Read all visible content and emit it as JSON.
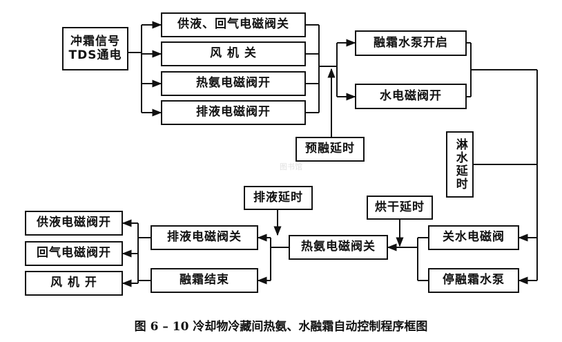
{
  "diagram": {
    "start_box": {
      "line1": "冲霜信号",
      "line2": "TDS通电"
    },
    "top_actions": [
      "供液、回气电磁阀关",
      "风  机  关",
      "热氨电磁阀开",
      "排液电磁阀开"
    ],
    "predefrost_delay": "预融延时",
    "melt_pump_on": "融霜水泵开启",
    "water_valve_open": "水电磁阀开",
    "spray_delay": "淋水延时",
    "close_water_valve": "关水电磁阀",
    "stop_pump": "停融霜水泵",
    "dry_delay": "烘干延时",
    "hot_ammonia_close": "热氨电磁阀关",
    "drain_delay": "排液延时",
    "drain_valve_close": "排液电磁阀关",
    "defrost_end": "融霜结束",
    "final_actions": [
      "供液电磁阀开",
      "回气电磁阀开",
      "风  机  开"
    ]
  },
  "caption": "图 6 – 10    冷却物冷藏间热氨、水融霜自动控制程序框图",
  "watermark": "图书馆"
}
